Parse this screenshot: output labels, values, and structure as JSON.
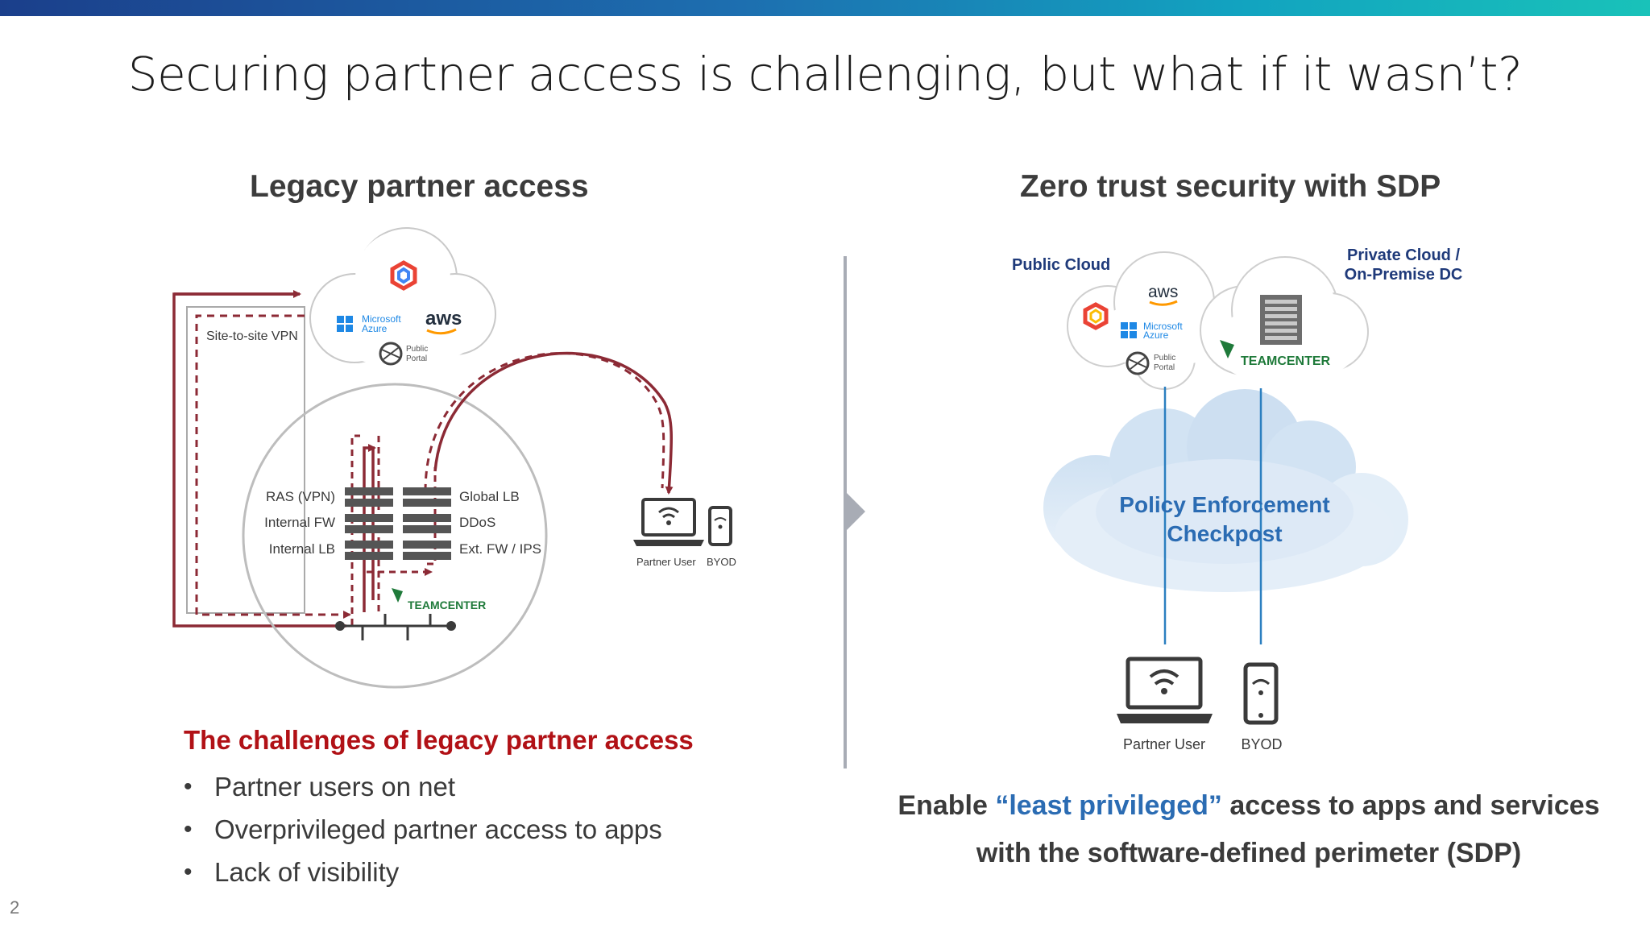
{
  "slide": {
    "title": "Securing partner access is challenging, but what if it wasn’t?",
    "page_number": "2"
  },
  "left": {
    "heading": "Legacy partner access",
    "diagram": {
      "site_to_site_vpn": "Site-to-site VPN",
      "left_labels": [
        "RAS (VPN)",
        "Internal FW",
        "Internal LB"
      ],
      "right_labels": [
        "Global LB",
        "DDoS",
        "Ext. FW / IPS"
      ],
      "cloud_logos": [
        "aws",
        "Microsoft Azure",
        "Public Portal"
      ],
      "teamcenter": "TEAMCENTER",
      "partner_user": "Partner User",
      "byod": "BYOD"
    },
    "challenges_title": "The challenges of legacy partner access",
    "challenges": [
      "Partner users on net",
      "Overprivileged partner access to apps",
      "Lack of visibility"
    ]
  },
  "right": {
    "heading": "Zero trust security with SDP",
    "diagram": {
      "public_cloud": "Public Cloud",
      "private_cloud_line1": "Private Cloud /",
      "private_cloud_line2": "On-Premise DC",
      "cloud_logos": [
        "aws",
        "Microsoft Azure",
        "Public Portal"
      ],
      "teamcenter": "TEAMCENTER",
      "checkpost_line1": "Policy Enforcement",
      "checkpost_line2": "Checkpost",
      "partner_user": "Partner User",
      "byod": "BYOD"
    },
    "enable_prefix": "Enable ",
    "enable_highlight": "“least privileged”",
    "enable_suffix": " access to apps and services",
    "enable_line2": "with the software-defined perimeter (SDP)"
  },
  "colors": {
    "accent_red": "#b11116",
    "diagram_red": "#8c2a35",
    "highlight_blue": "#2b6cb3",
    "label_navy": "#1f3a7a",
    "teamcenter_green": "#1f7a3a"
  }
}
